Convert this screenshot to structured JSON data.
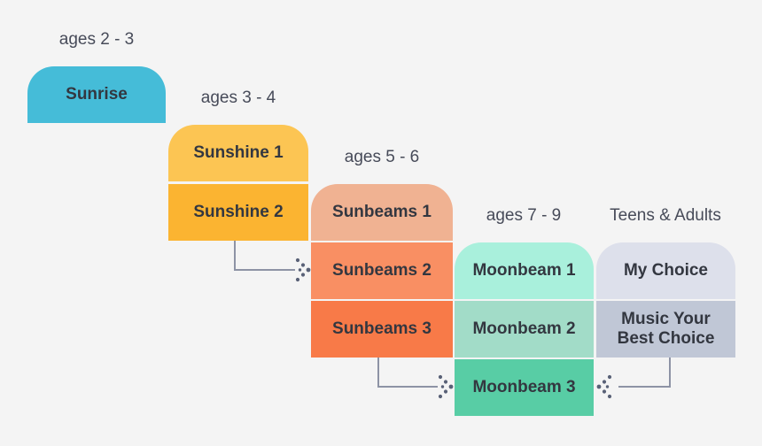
{
  "palette": {
    "background": "#f4f4f4",
    "block_text": "#333740",
    "age_label_text": "#474b59",
    "connector_line": "#8d93a5",
    "connector_dots": "#596177"
  },
  "columns": [
    {
      "age_label": "ages 2 - 3",
      "blocks": [
        {
          "label": "Sunrise",
          "color": "#45bcd8"
        }
      ]
    },
    {
      "age_label": "ages 3 - 4",
      "blocks": [
        {
          "label": "Sunshine 1",
          "color": "#fcc553"
        },
        {
          "label": "Sunshine 2",
          "color": "#fbb431"
        }
      ]
    },
    {
      "age_label": "ages 5 - 6",
      "blocks": [
        {
          "label": "Sunbeams 1",
          "color": "#f0b292"
        },
        {
          "label": "Sunbeams 2",
          "color": "#f98f63"
        },
        {
          "label": "Sunbeams 3",
          "color": "#f87a48"
        }
      ]
    },
    {
      "age_label": "ages 7 - 9",
      "blocks": [
        {
          "label": "Moonbeam 1",
          "color": "#a9f0dc"
        },
        {
          "label": "Moonbeam 2",
          "color": "#a2dcc8"
        },
        {
          "label": "Moonbeam 3",
          "color": "#58cda5"
        }
      ]
    },
    {
      "age_label": "Teens & Adults",
      "blocks": [
        {
          "label": "My Choice",
          "color": "#dde0eb"
        },
        {
          "label": "Music Your Best Choice",
          "color": "#c0c7d6"
        }
      ]
    }
  ]
}
